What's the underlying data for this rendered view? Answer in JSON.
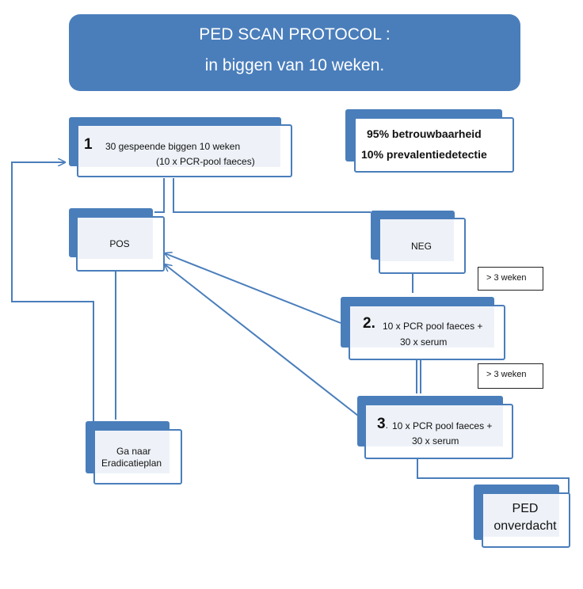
{
  "title": {
    "line1": "PED SCAN PROTOCOL :",
    "line2": "in biggen van 10 weken."
  },
  "stats": {
    "line1": "95% betrouwbaarheid",
    "line2": "10% prevalentiedetectie"
  },
  "step1": {
    "number": "1",
    "line1": "30 gespeende biggen 10  weken",
    "line2": "(10  x PCR-pool faeces)"
  },
  "pos": {
    "label": "POS"
  },
  "neg": {
    "label": "NEG"
  },
  "step2": {
    "number": "2.",
    "line1": "10  x PCR pool faeces +",
    "line2": "30  x serum"
  },
  "step3": {
    "number": "3",
    "number_suffix": ".",
    "line1": "10  x PCR pool faeces +",
    "line2": "30  x serum"
  },
  "eradicatie": {
    "line1": "Ga naar",
    "line2": "Eradicatieplan"
  },
  "ped": {
    "line1": "PED",
    "line2": "onverdacht"
  },
  "notes": {
    "wait1": "> 3 weken",
    "wait2": "> 3 weken"
  },
  "colors": {
    "primary": "#4a7ebb",
    "box_fill": "#eef2f8"
  }
}
